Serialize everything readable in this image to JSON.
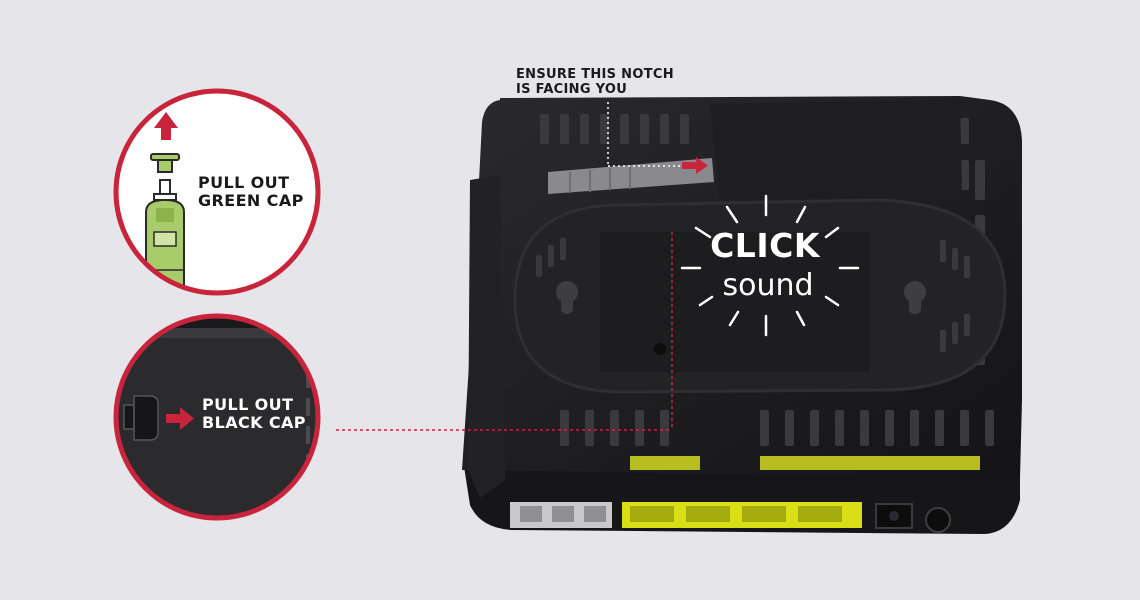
{
  "labels": {
    "notch_line1": "ENSURE THIS NOTCH",
    "notch_line2": "IS FACING YOU",
    "green_line1": "PULL OUT",
    "green_line2": "GREEN CAP",
    "black_line1": "PULL OUT",
    "black_line2": "BLACK CAP",
    "click_word": "CLICK",
    "sound_word": "sound"
  },
  "colors": {
    "background": "#e5e5ea",
    "accent_red": "#c8243c",
    "device_black": "#1b1b1d",
    "connector_green": "#a9cc6a",
    "port_yellow": "#d8df16"
  },
  "icons": {
    "up_arrow": "arrow-up-icon",
    "right_arrow": "arrow-right-icon",
    "burst": "sound-burst-icon"
  }
}
